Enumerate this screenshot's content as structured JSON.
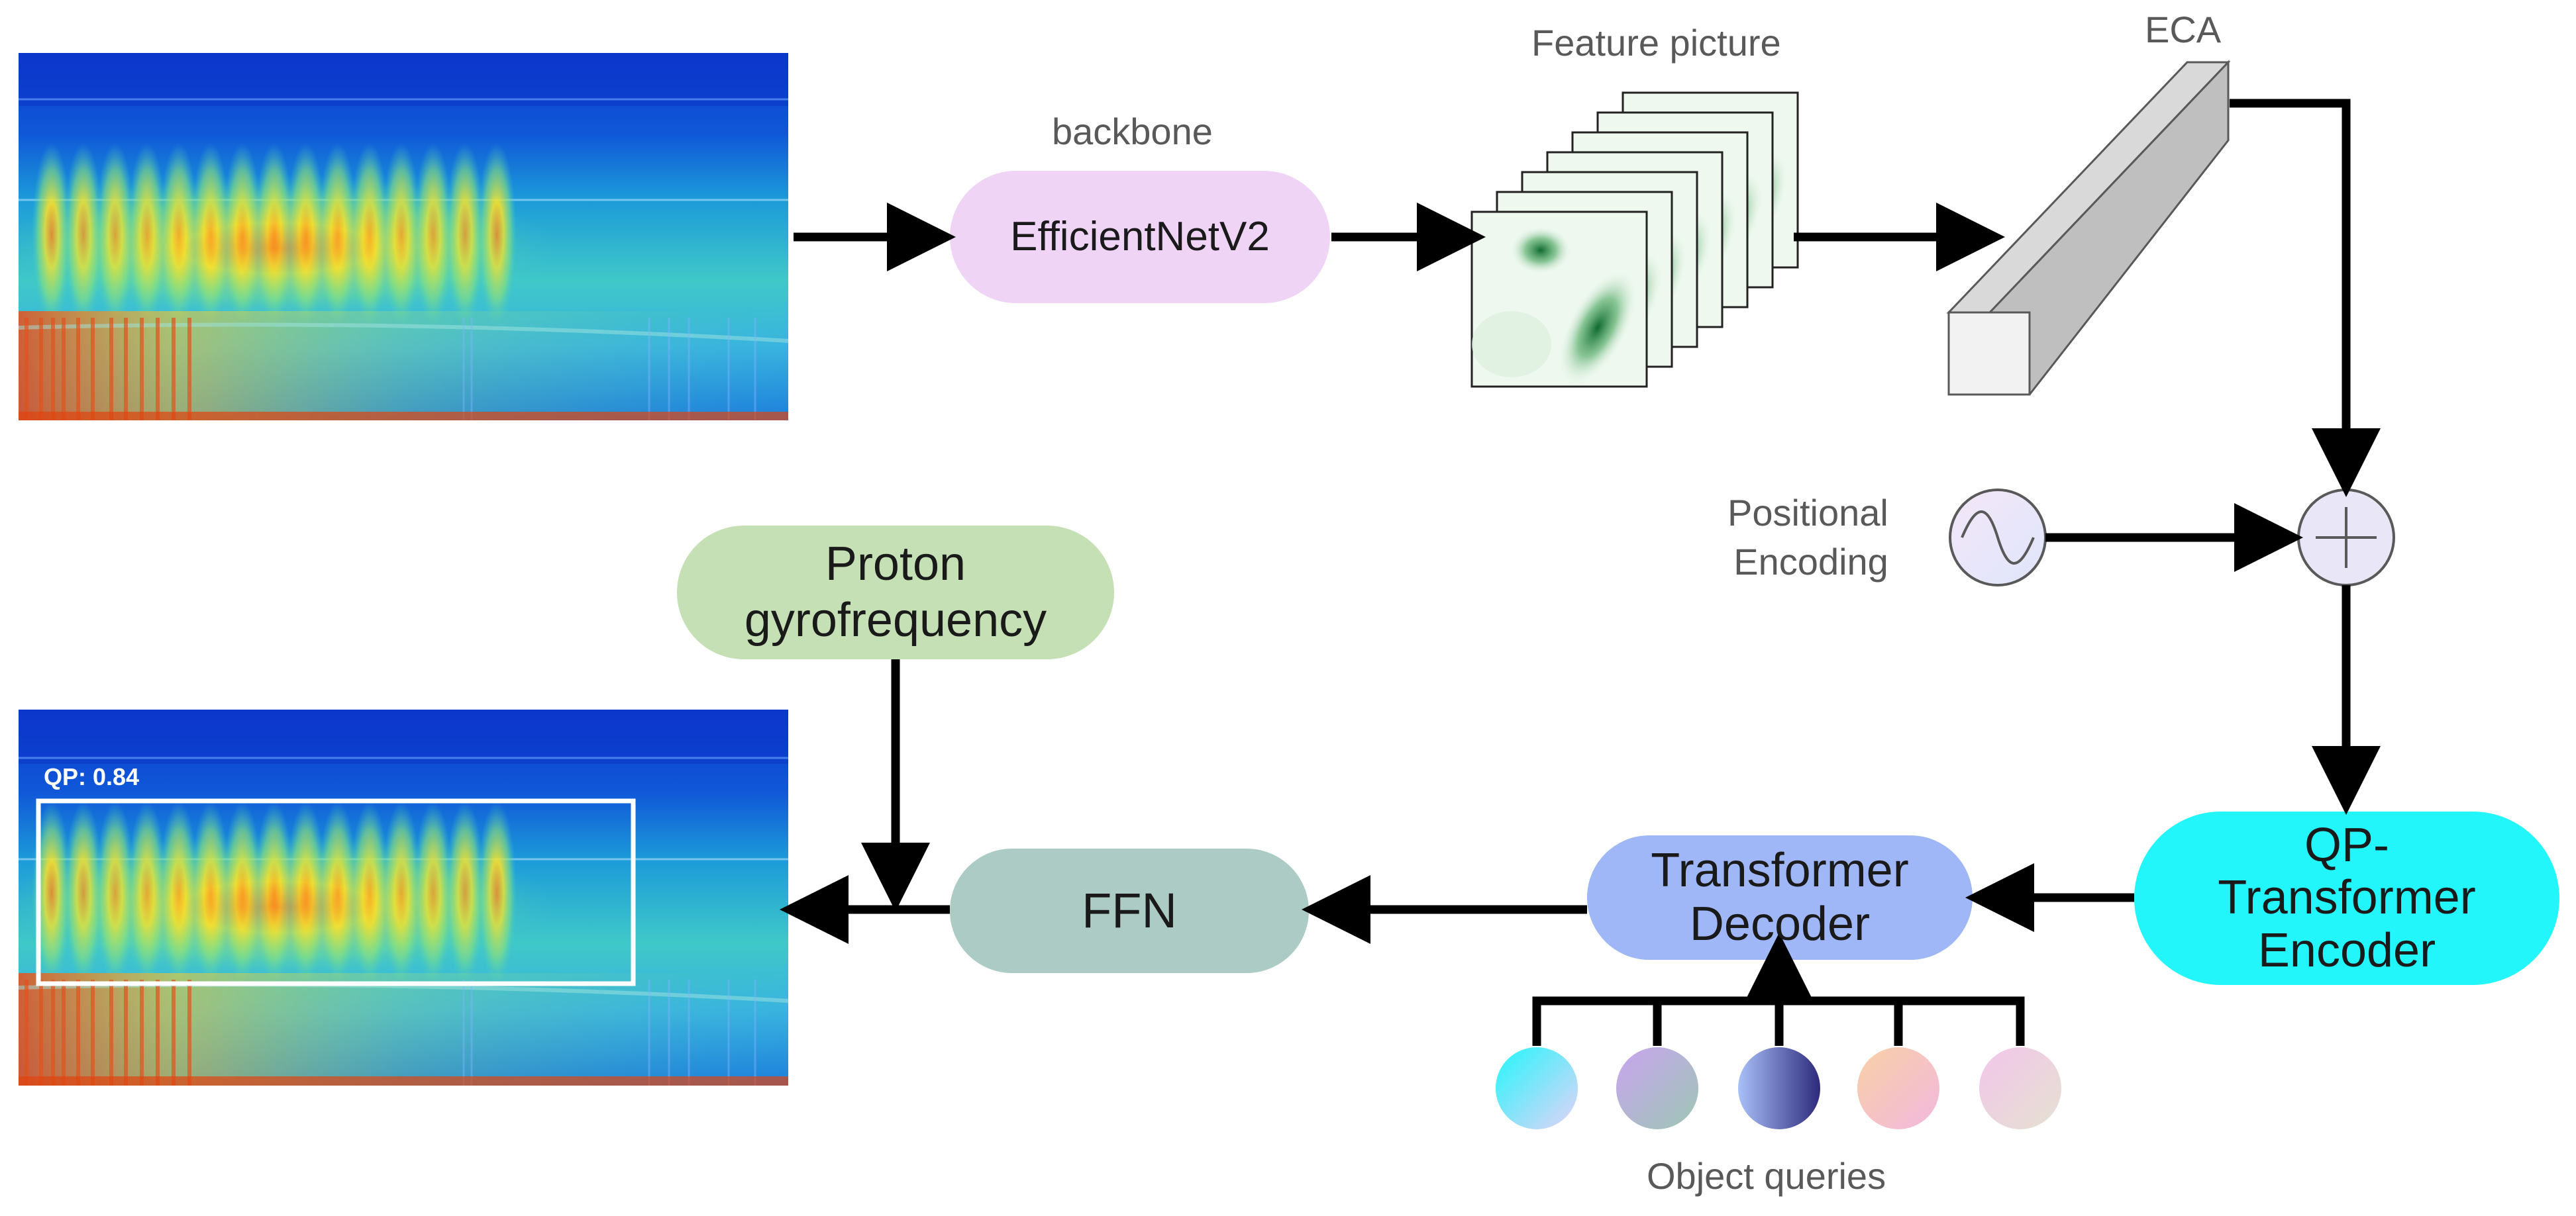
{
  "labels": {
    "backbone": "backbone",
    "feature_picture": "Feature picture",
    "eca": "ECA",
    "positional_encoding_line1": "Positional",
    "positional_encoding_line2": "Encoding",
    "object_queries": "Object queries",
    "detection_caption": "QP: 0.84"
  },
  "blocks": {
    "efficientnet": {
      "text": "EfficientNetV2",
      "color": "#f0d4f6"
    },
    "proton": {
      "line1": "Proton",
      "line2": "gyrofrequency",
      "color": "#c5e0b4"
    },
    "ffn": {
      "text": "FFN",
      "color": "#abcbc4"
    },
    "decoder": {
      "line1": "Transformer",
      "line2": "Decoder",
      "color": "#9fb7f7"
    },
    "encoder": {
      "line1": "QP-",
      "line2": "Transformer",
      "line3": "Encoder",
      "color": "#22f6fb"
    }
  },
  "query_colors": [
    [
      "#22f6fb",
      "#e6d2f7"
    ],
    [
      "#c8a4ef",
      "#9ec7b4"
    ],
    [
      "#9fb4f5",
      "#2e2a7c"
    ],
    [
      "#f8d0a6",
      "#f2b8df"
    ],
    [
      "#f2c6ea",
      "#e5e1d1"
    ]
  ],
  "icons": {
    "positional_encoding": "sine-wave-icon",
    "sum": "plus-circle-icon"
  },
  "colors": {
    "arrow": "#000000",
    "feature_map_green": "#1d7a3a",
    "eca_face": "#f2f2f2",
    "eca_side": "#bfbfbf",
    "eca_top": "#d9d9d9",
    "detection_box": "#ffffff"
  }
}
